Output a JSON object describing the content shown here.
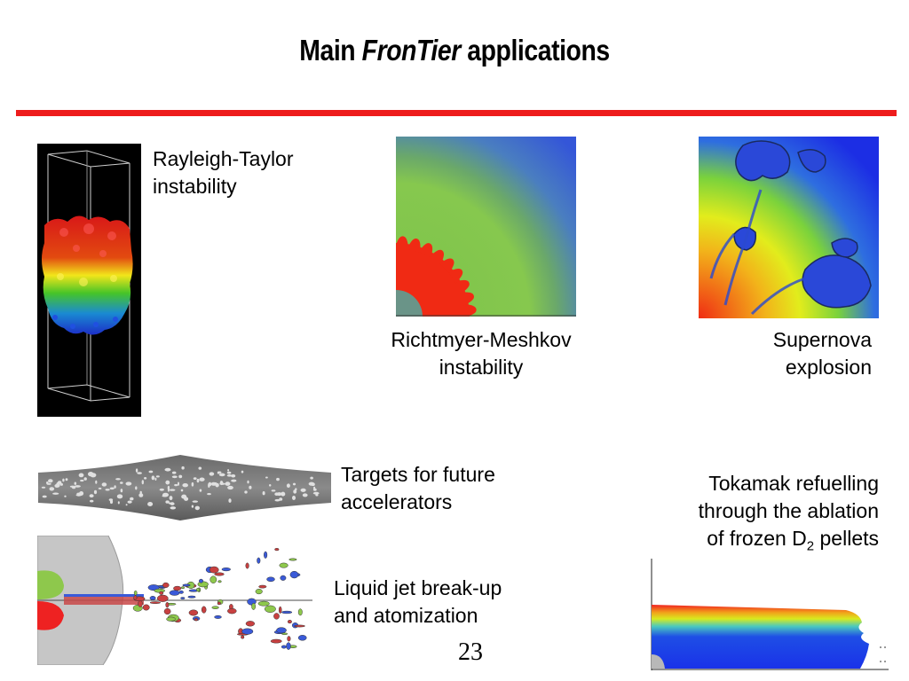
{
  "slide": {
    "title_pre": "Main ",
    "title_em": "FronTier",
    "title_post": " applications",
    "rule_color": "#ee1c1c",
    "page_number": "23"
  },
  "captions": {
    "rayleigh": [
      "Rayleigh-Taylor",
      "instability"
    ],
    "richtmyer": [
      "Richtmyer-Meshkov",
      "instability"
    ],
    "supernova": [
      "Supernova",
      "explosion"
    ],
    "targets": [
      "Targets for future",
      "accelerators"
    ],
    "tokamak": {
      "line1": "Tokamak refuelling",
      "line2": "through the ablation",
      "line3_pre": "of frozen D",
      "line3_sub": "2",
      "line3_post": " pellets"
    },
    "jet": [
      "Liquid jet break-up",
      "and atomization"
    ]
  }
}
